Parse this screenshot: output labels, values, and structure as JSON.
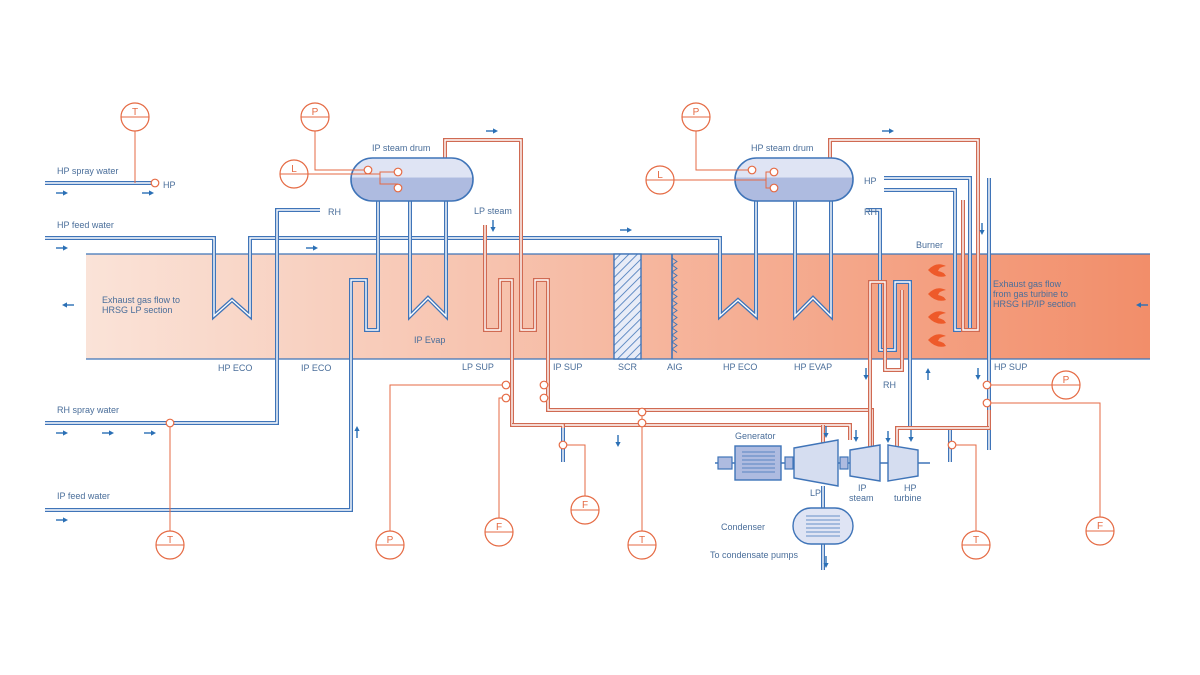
{
  "colors": {
    "pipe_blue": "#3f74b8",
    "pipe_red": "#d06a52",
    "instrument": "#e56a43",
    "label": "#4a6e9a",
    "drum_fill": "#aebbe0",
    "exhaust_gradient": [
      "#fae3d8",
      "#f28e6a"
    ]
  },
  "labels": {
    "hp_spray_water": "HP spray water",
    "hp_feed_water": "HP feed water",
    "rh_spray_water": "RH spray water",
    "ip_feed_water": "IP feed water",
    "hp_small": "HP",
    "rh_small": "RH",
    "ip_steam_drum": "IP steam drum",
    "lp_steam": "LP steam",
    "hp_steam_drum": "HP steam drum",
    "hp_right": "HP",
    "rh_right": "RH",
    "burner": "Burner",
    "exhaust_left_1": "Exhaust gas flow to",
    "exhaust_left_2": "HRSG LP section",
    "exhaust_right_1": "Exhaust gas flow",
    "exhaust_right_2": "from gas turbine to",
    "exhaust_right_3": "HRSG HP/IP section",
    "ip_evap": "IP Evap",
    "hp_eco_1": "HP ECO",
    "ip_eco": "IP ECO",
    "lp_sup": "LP SUP",
    "ip_sup": "IP SUP",
    "scr": "SCR",
    "aig": "AIG",
    "hp_eco_2": "HP ECO",
    "hp_evap": "HP EVAP",
    "hp_sup": "HP SUP",
    "rh_bottom": "RH",
    "generator": "Generator",
    "lp_turbine": "LP",
    "ip_turbine_1": "IP",
    "ip_turbine_2": "steam",
    "hp_turbine_1": "HP",
    "hp_turbine_2": "turbine",
    "condenser": "Condenser",
    "to_condensate": "To condensate pumps"
  },
  "instruments": {
    "t_hp_spray": "T",
    "p_ip_drum": "P",
    "l_ip_drum": "L",
    "p_hp_drum": "P",
    "l_hp_drum": "L",
    "p_hp_sup": "P",
    "t_rh_spray": "T",
    "p_lp_sup": "P",
    "f_lp_sup": "F",
    "f_ip_sup": "F",
    "t_main": "T",
    "t_right": "T",
    "f_right": "F"
  }
}
